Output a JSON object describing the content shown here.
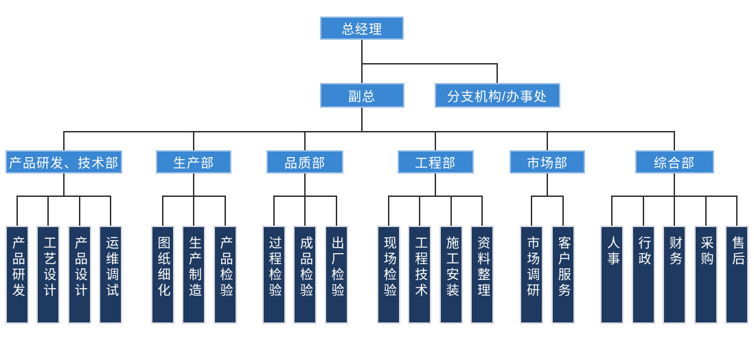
{
  "colors": {
    "node_blue": "#3a87d3",
    "node_blue_border": "#9cc0e7",
    "node_navy": "#1f3a60",
    "node_navy_border": "#d6d8e0",
    "connector": "#303030",
    "node_text": "#ffffff"
  },
  "org": {
    "root": {
      "label": "总经理"
    },
    "level2": [
      {
        "label": "副总"
      },
      {
        "label": "分支机构/办事处"
      }
    ],
    "departments": [
      {
        "label": "产品研发、技术部",
        "children": [
          "产品研发",
          "工艺设计",
          "产品设计",
          "运维调试"
        ]
      },
      {
        "label": "生产部",
        "children": [
          "图纸细化",
          "生产制造",
          "产品检验"
        ]
      },
      {
        "label": "品质部",
        "children": [
          "过程检验",
          "成品检验",
          "出厂检验"
        ]
      },
      {
        "label": "工程部",
        "children": [
          "现场检验",
          "工程技术",
          "施工安装",
          "资料整理"
        ]
      },
      {
        "label": "市场部",
        "children": [
          "市场调研",
          "客户服务"
        ]
      },
      {
        "label": "综合部",
        "children": [
          "人事",
          "行政",
          "财务",
          "采购",
          "售后"
        ]
      }
    ]
  }
}
